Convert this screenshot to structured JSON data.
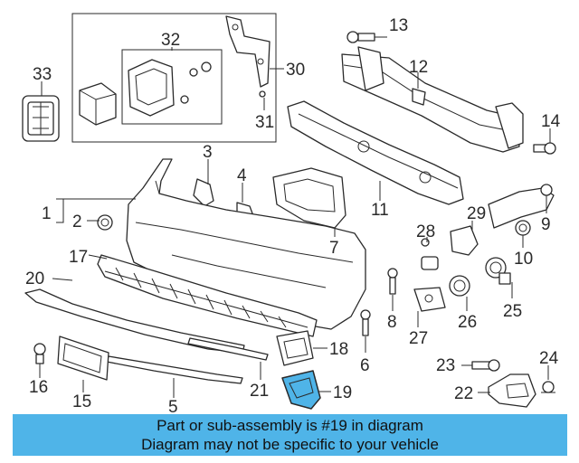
{
  "callouts": [
    "1",
    "2",
    "3",
    "4",
    "5",
    "7",
    "8",
    "9",
    "10",
    "11",
    "12",
    "13",
    "14",
    "15",
    "16",
    "17",
    "18",
    "19",
    "20",
    "21",
    "22",
    "23",
    "24",
    "25",
    "26",
    "27",
    "28",
    "29",
    "30",
    "31",
    "32",
    "33",
    "6"
  ],
  "highlighted_part": "19",
  "highlight_color": "#4fb4e8",
  "caption": {
    "line1": "Part or sub-assembly is #19 in diagram",
    "line2": "Diagram may not be specific to your vehicle"
  }
}
